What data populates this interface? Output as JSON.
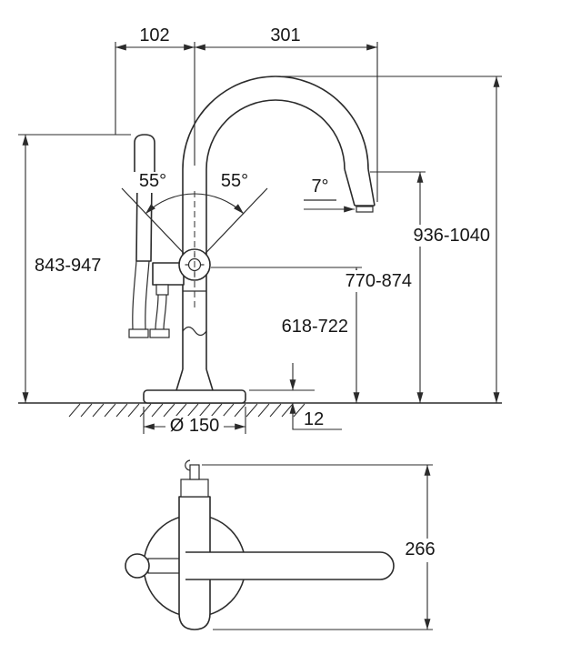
{
  "labels": {
    "width_left": "102",
    "width_right": "301",
    "angle_left": "55°",
    "angle_right": "55°",
    "spout_angle": "7°",
    "height_shower": "843-947",
    "height_total": "936-1040",
    "height_spout": "770-874",
    "height_handle": "618-722",
    "base_diameter": "Ø 150",
    "base_thickness": "12",
    "depth": "266"
  }
}
